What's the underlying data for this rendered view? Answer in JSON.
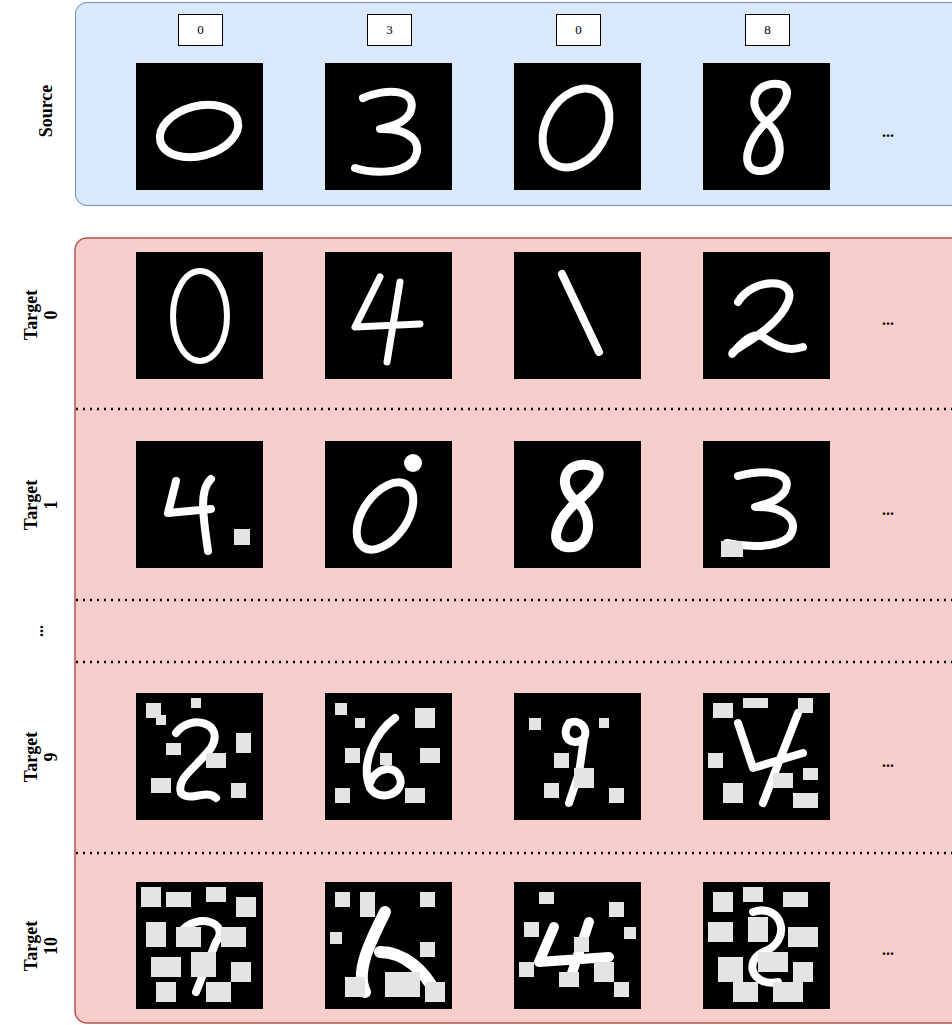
{
  "diagram": {
    "nodes": [
      {
        "text": [
          "Source"
        ]
      },
      {
        "text": [
          "0"
        ],
        "in": 0
      },
      {
        "text": [
          "3"
        ],
        "in": 0
      },
      {
        "text": [
          "0"
        ],
        "in": 0
      },
      {
        "text": [
          "8"
        ],
        "in": 0
      }
    ],
    "labels": [
      "...",
      "Target 0",
      "...",
      "Target 1",
      "...",
      "...",
      "Target 9",
      "...",
      "Target 10",
      "..."
    ]
  }
}
